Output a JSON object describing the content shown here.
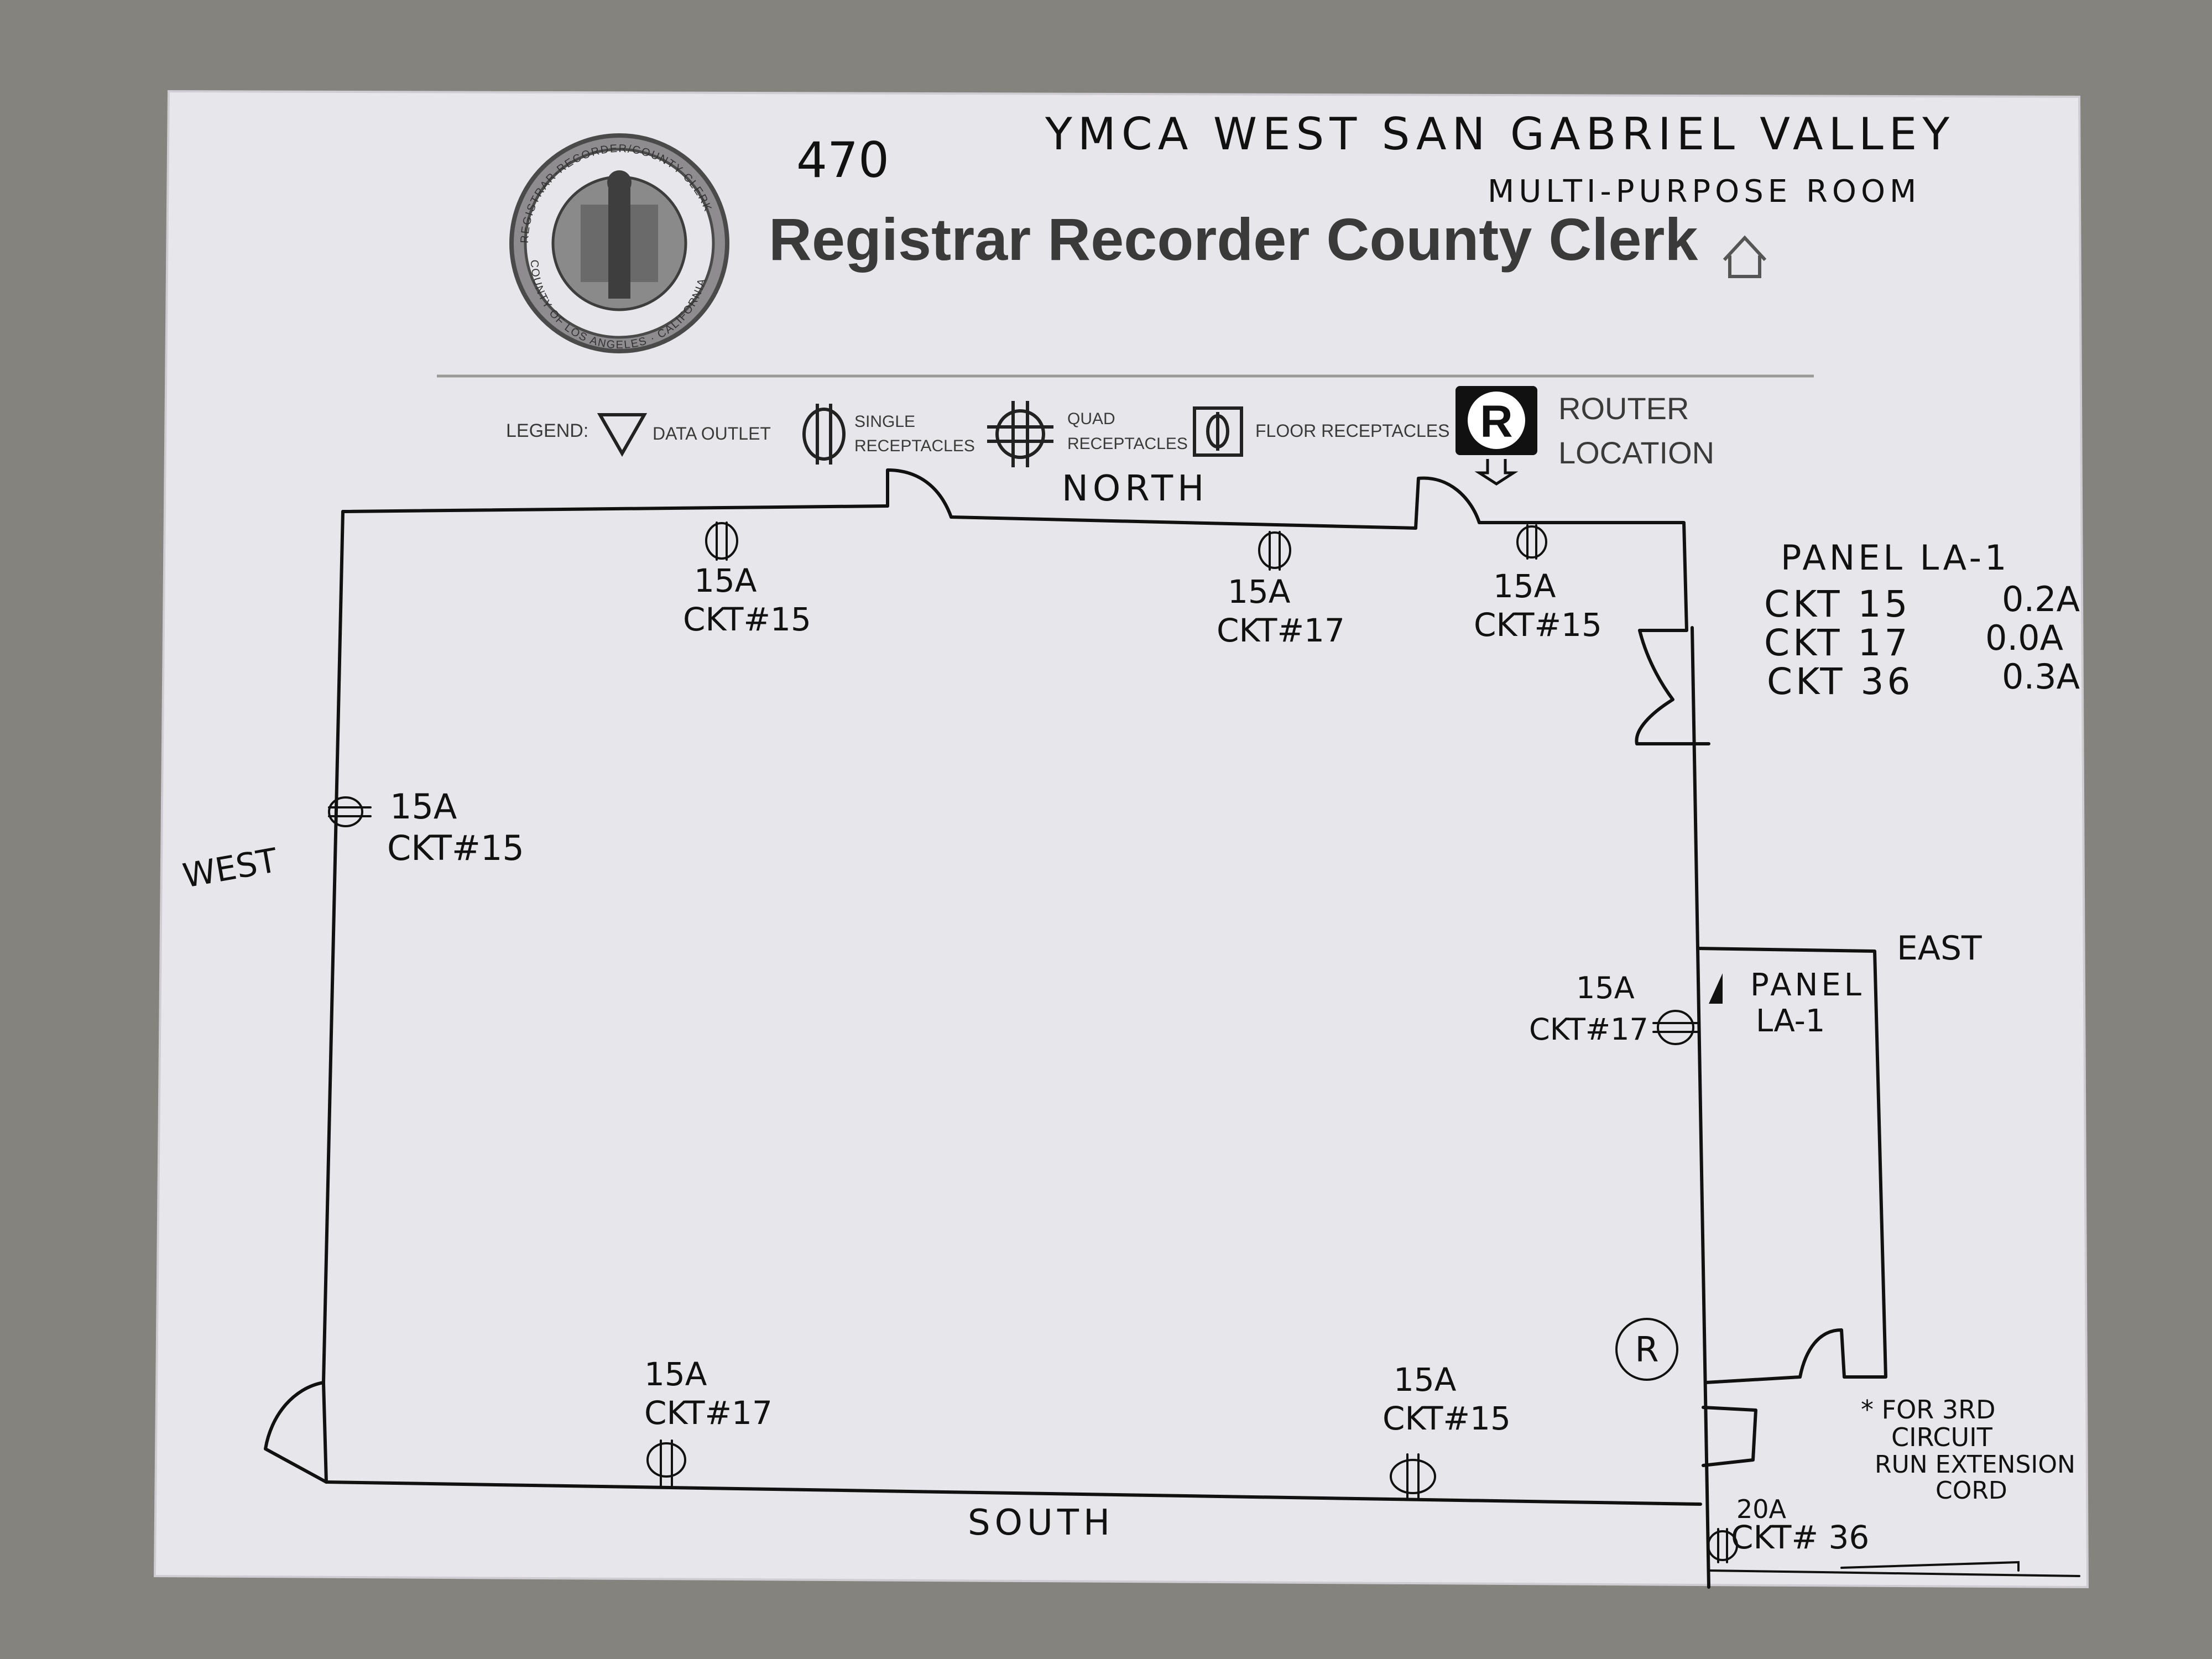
{
  "background": {
    "concrete_color": "#8d8b84",
    "paper_color": "#e7e6ea"
  },
  "header": {
    "room_number": "470",
    "site_name": "YMCA  WEST SAN GABRIEL VALLEY",
    "room_name": "MULTI-PURPOSE ROOM",
    "printed_title": "Registrar Recorder County Clerk",
    "seal_text_top": "REGISTRAR-RECORDER/COUNTY CLERK",
    "seal_text_bottom": "COUNTY OF LOS ANGELES · CALIFORNIA",
    "home_icon": "home-icon"
  },
  "legend": {
    "label": "LEGEND:",
    "data_outlet": "DATA OUTLET",
    "single_receptacles_1": "SINGLE",
    "single_receptacles_2": "RECEPTACLES",
    "quad_receptacles_1": "QUAD",
    "quad_receptacles_2": "RECEPTACLES",
    "floor_receptacles": "FLOOR RECEPTACLES",
    "router_symbol": "R",
    "router_1": "ROUTER",
    "router_2": "LOCATION"
  },
  "walls": {
    "north": "NORTH",
    "south": "SOUTH",
    "west": "WEST",
    "east": "EAST"
  },
  "panel_summary": {
    "title": "PANEL  LA-1",
    "rows": [
      {
        "ckt": "CKT 15",
        "amps": "0.2A"
      },
      {
        "ckt": "CKT 17",
        "amps": "0.0A"
      },
      {
        "ckt": "CKT 36",
        "amps": "0.3A"
      }
    ]
  },
  "outlets": [
    {
      "amps": "15A",
      "circuit": "CKT#15"
    },
    {
      "amps": "15A",
      "circuit": "CKT#17"
    },
    {
      "amps": "15A",
      "circuit": "CKT#15"
    },
    {
      "amps": "15A",
      "circuit": "CKT#15"
    },
    {
      "amps": "15A",
      "circuit": "CKT#17"
    },
    {
      "amps": "15A",
      "circuit": "CKT#17"
    },
    {
      "amps": "15A",
      "circuit": "CKT#15"
    },
    {
      "amps": "20A",
      "circuit": "CKT# 36"
    }
  ],
  "panel_room": {
    "line1": "PANEL",
    "line2": "LA-1"
  },
  "router_mark": "R",
  "note": {
    "line1": "* FOR 3RD",
    "line2": "CIRCUIT",
    "line3": "RUN EXTENSION",
    "line4": "CORD"
  }
}
